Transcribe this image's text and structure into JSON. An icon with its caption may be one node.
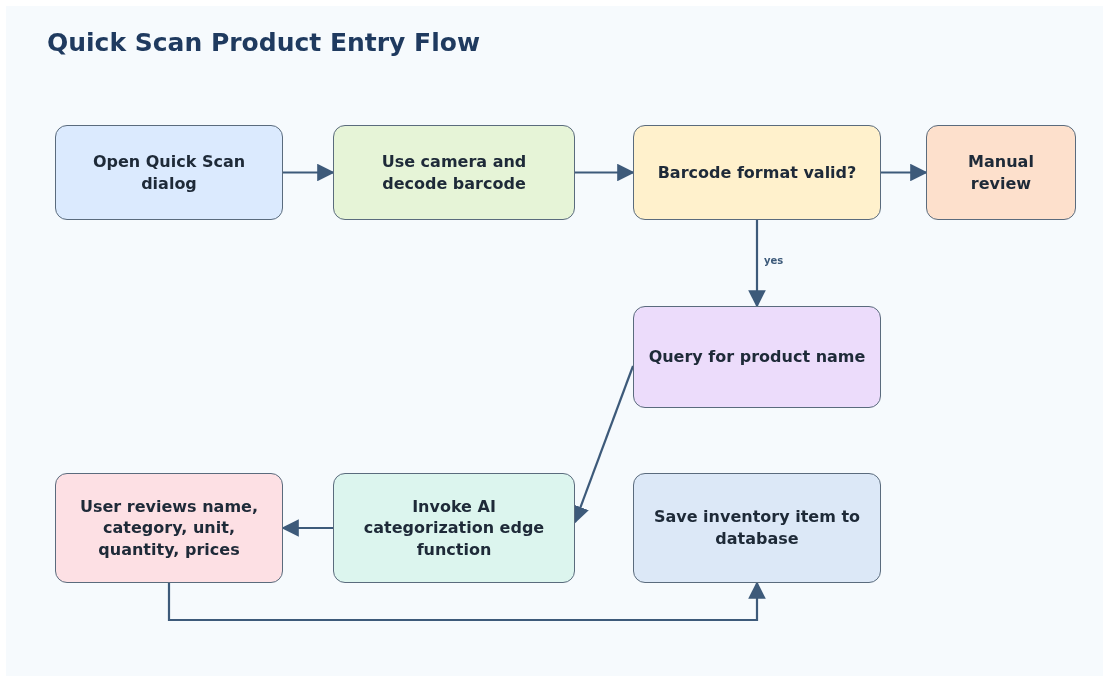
{
  "diagram": {
    "title": "Quick Scan Product Entry Flow",
    "nodes": [
      {
        "text": [
          "Open Quick Scan dialog"
        ]
      },
      {
        "text": [
          "Use camera and decode barcode"
        ]
      },
      {
        "text": [
          "Barcode format valid?"
        ]
      },
      {
        "text": [
          "Manual review"
        ]
      },
      {
        "text": [
          "Query for product name"
        ]
      },
      {
        "text": [
          "User reviews name, category, unit, quantity, prices"
        ]
      },
      {
        "text": [
          "Invoke AI categorization edge function"
        ]
      },
      {
        "text": [
          "Save inventory item to database"
        ]
      }
    ],
    "edges": [
      {
        "from": 0,
        "to": 1,
        "arrow": "to"
      },
      {
        "from": 1,
        "to": 2,
        "arrow": "to"
      },
      {
        "from": 2,
        "to": 3,
        "arrow": "to"
      },
      {
        "from": 2,
        "to": 4,
        "arrow": "to",
        "label": "yes"
      },
      {
        "from": 4,
        "to": 6,
        "arrow": "to"
      },
      {
        "from": 6,
        "to": 5,
        "arrow": "to"
      },
      {
        "from": 5,
        "to": 7,
        "arrow": "to"
      }
    ]
  }
}
